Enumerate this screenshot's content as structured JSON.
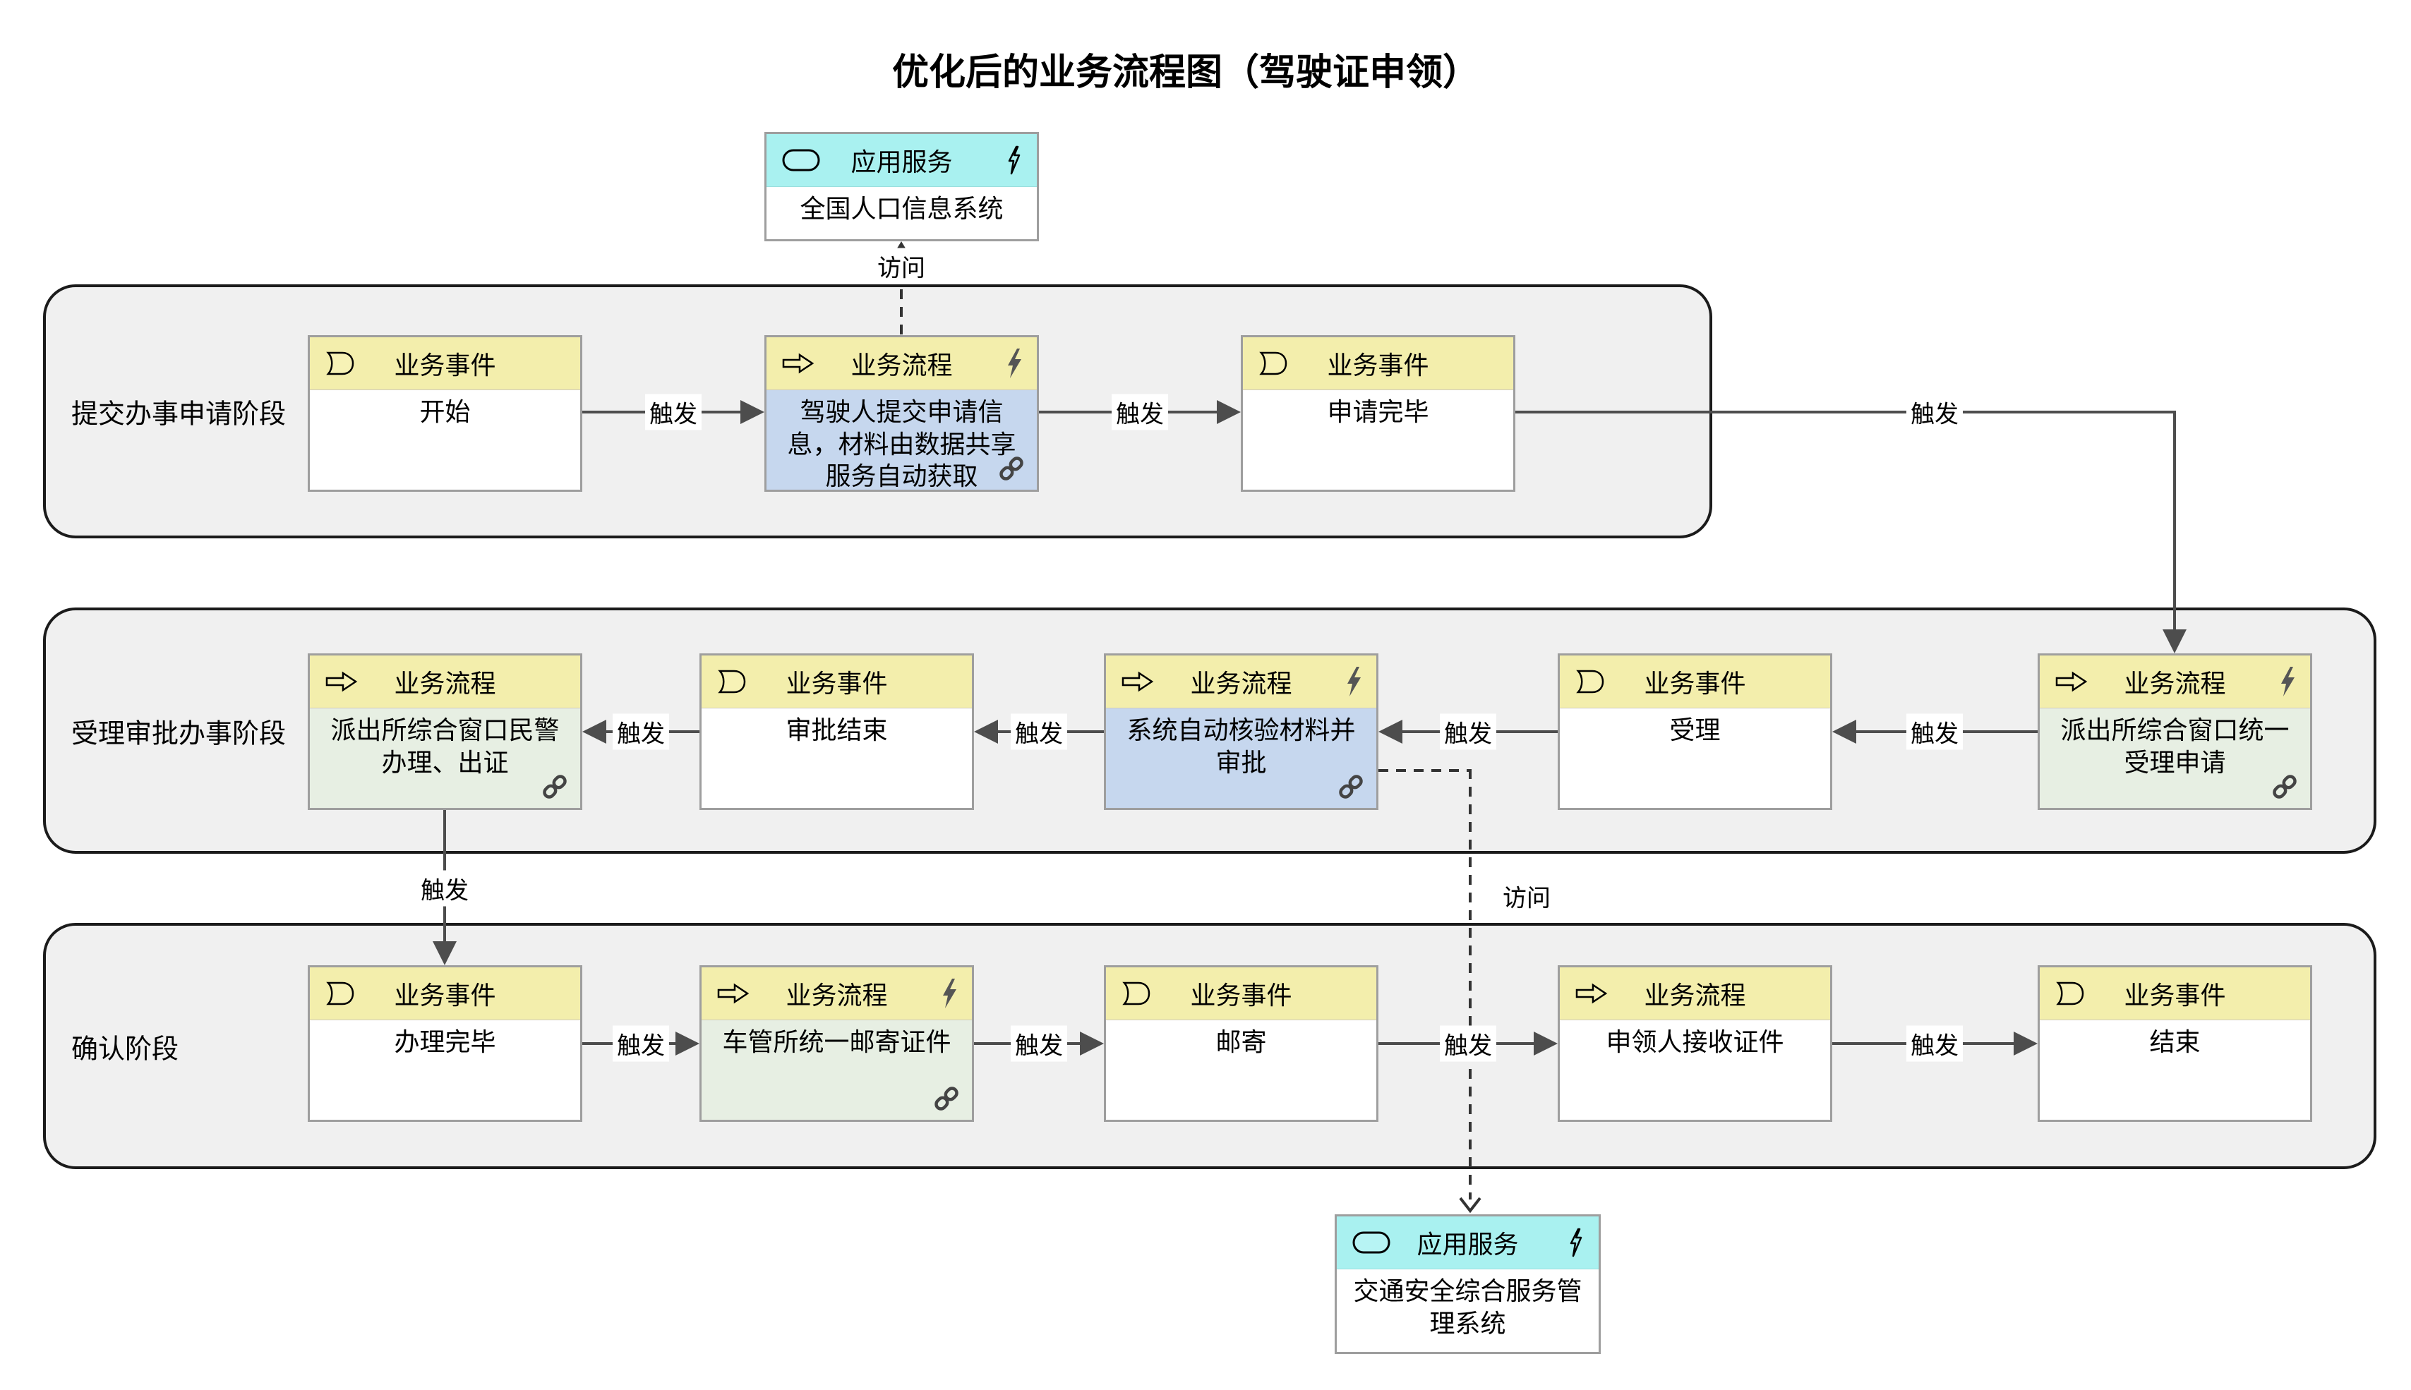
{
  "title": "优化后的业务流程图（驾驶证申领）",
  "labels": {
    "trigger": "触发",
    "access": "访问"
  },
  "lanes": {
    "submit": {
      "label": "提交办事申请阶段"
    },
    "review": {
      "label": "受理审批办事阶段"
    },
    "confirm": {
      "label": "确认阶段"
    }
  },
  "services": {
    "population": {
      "type_label": "应用服务",
      "name": "全国人口信息系统"
    },
    "traffic": {
      "type_label": "应用服务",
      "name": "交通安全综合服务管理系统"
    }
  },
  "nodes": {
    "start": {
      "type_label": "业务事件",
      "name": "开始"
    },
    "submit_info": {
      "type_label": "业务流程",
      "name": "驾驶人提交申请信息，材料由数据共享服务自动获取"
    },
    "application_done": {
      "type_label": "业务事件",
      "name": "申请完毕"
    },
    "unified_accept": {
      "type_label": "业务流程",
      "name": "派出所综合窗口统一受理申请"
    },
    "accept": {
      "type_label": "业务事件",
      "name": "受理"
    },
    "auto_verify": {
      "type_label": "业务流程",
      "name": "系统自动核验材料并审批"
    },
    "approval_end": {
      "type_label": "业务事件",
      "name": "审批结束"
    },
    "police_issue": {
      "type_label": "业务流程",
      "name": "派出所综合窗口民警办理、出证"
    },
    "handle_done": {
      "type_label": "业务事件",
      "name": "办理完毕"
    },
    "mail_cert": {
      "type_label": "业务流程",
      "name": "车管所统一邮寄证件"
    },
    "mailed": {
      "type_label": "业务事件",
      "name": "邮寄"
    },
    "receive_cert": {
      "type_label": "业务流程",
      "name": "申领人接收证件"
    },
    "end": {
      "type_label": "业务事件",
      "name": "结束"
    }
  },
  "colors": {
    "header_yellow": "#f3eeac",
    "body_blue": "#c6d7ee",
    "body_green": "#e7efe3",
    "service_cyan": "#a9f1f0",
    "lane_gray": "#f0f0f0",
    "connector_gray": "#4d4d4d",
    "access_black": "#333333"
  }
}
